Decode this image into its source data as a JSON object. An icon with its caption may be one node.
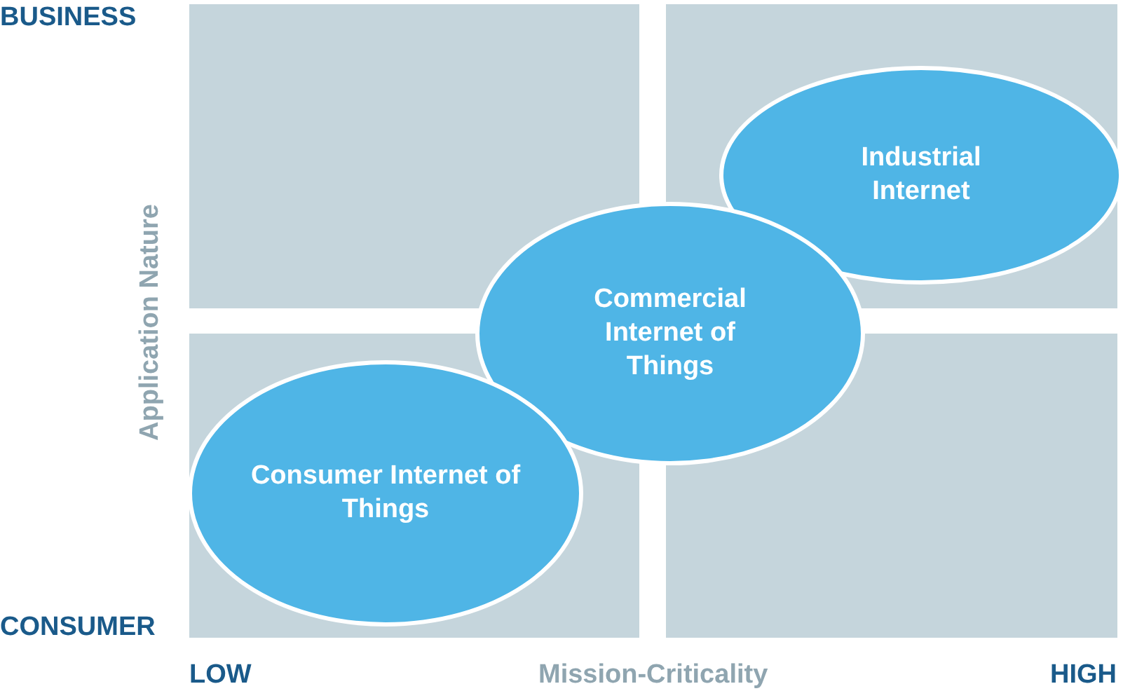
{
  "diagram": {
    "nodes": [
      {
        "text": [
          "Industrial Internet"
        ]
      },
      {
        "text": [
          "Commercial Internet of Things"
        ]
      },
      {
        "text": [
          "Consumer Internet of Things"
        ]
      }
    ],
    "edges": [],
    "labels": [
      "BUSINESS",
      "Application Nature",
      "CONSUMER",
      "LOW",
      "Mission-Criticality",
      "HIGH"
    ]
  }
}
